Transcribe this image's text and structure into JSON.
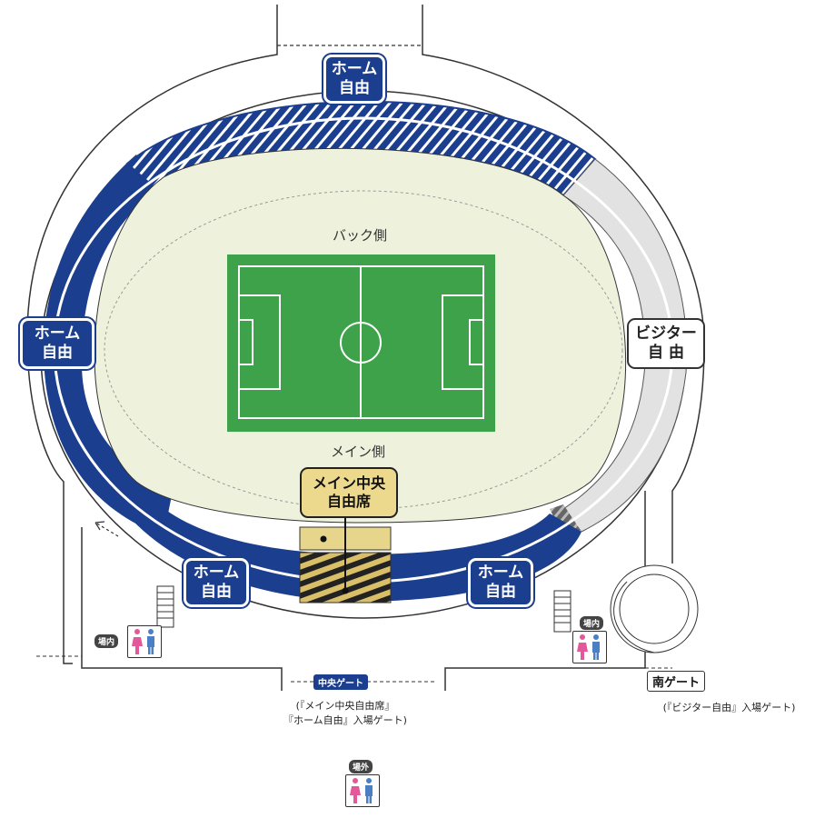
{
  "sections": {
    "home_top": [
      "ホーム",
      "自由"
    ],
    "home_left": [
      "ホーム",
      "自由"
    ],
    "home_bottom_left": [
      "ホーム",
      "自由"
    ],
    "home_bottom_right": [
      "ホーム",
      "自由"
    ],
    "visitor_right": [
      "ビジター",
      "自 由"
    ],
    "main_center": [
      "メイン中央",
      "自由席"
    ]
  },
  "sides": {
    "back": "バック側",
    "main": "メイン側"
  },
  "gates": {
    "central": "中央ゲート",
    "central_note": [
      "(『メイン中央自由席』",
      "『ホーム自由』入場ゲート)"
    ],
    "south": "南ゲート",
    "south_note": "(『ビジター自由』入場ゲート)"
  },
  "facilities": {
    "inside": "場内",
    "outside": "場外"
  },
  "colors": {
    "home_blue": "#1b3e8e",
    "visitor_gray": "#e2e2e2",
    "center_gold": "#ecd98d",
    "field_green": "#3ea24a",
    "infield": "#eef2dc"
  },
  "icons": [
    "restroom-icon",
    "stairs-icon",
    "arrow-dashed-icon"
  ]
}
